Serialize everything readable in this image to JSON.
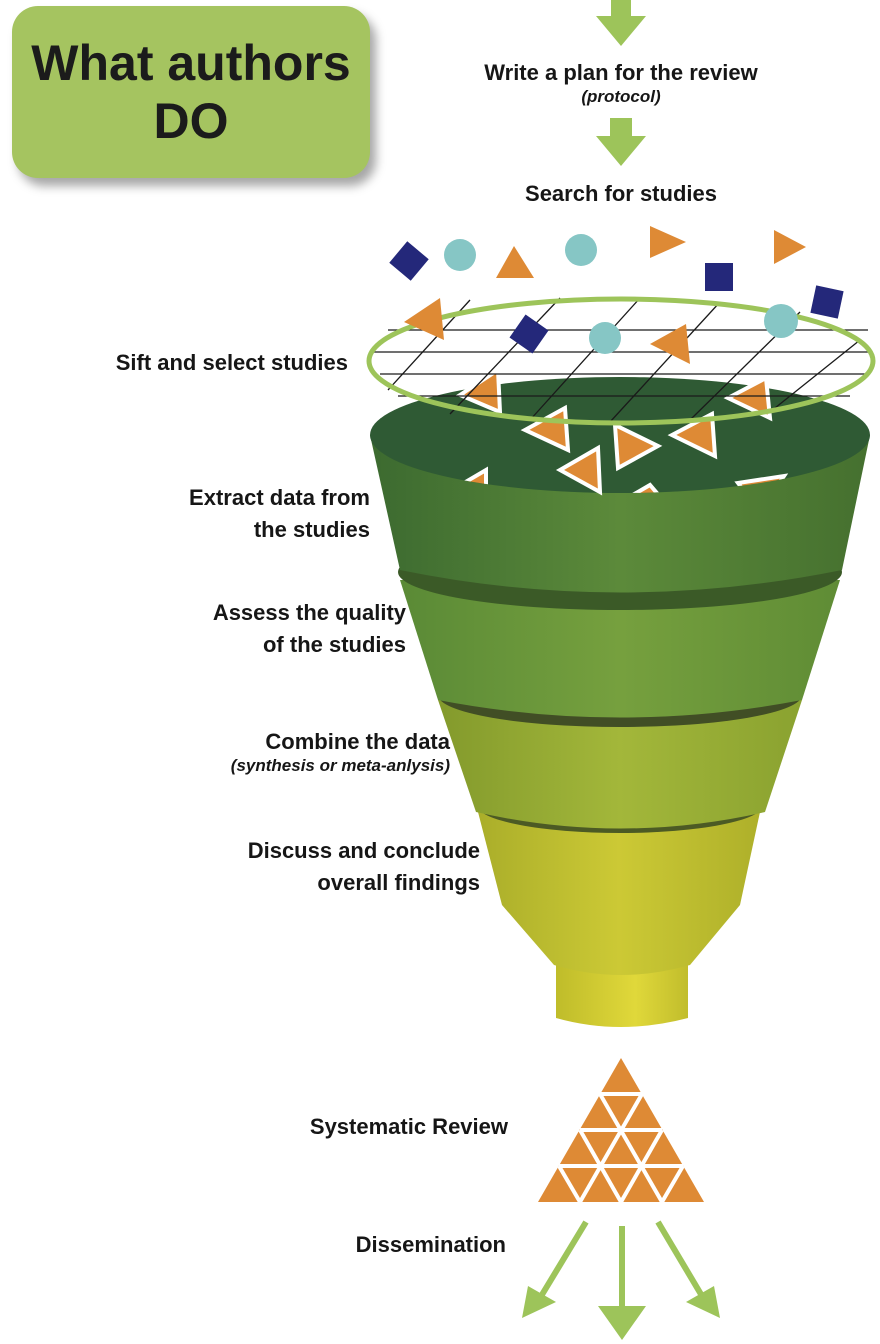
{
  "title": {
    "line1": "What authors",
    "line2": "DO"
  },
  "steps": {
    "plan": {
      "label": "Write a plan for the review",
      "sub": "(protocol)"
    },
    "search": {
      "label": "Search for studies"
    },
    "sift": {
      "label": "Sift and select studies"
    },
    "extract": {
      "line1": "Extract data from",
      "line2": "the studies"
    },
    "assess": {
      "line1": "Assess the quality",
      "line2": "of the studies"
    },
    "combine": {
      "label": "Combine the data",
      "sub": "(synthesis or meta-anlysis)"
    },
    "discuss": {
      "line1": "Discuss and conclude",
      "line2": "overall findings"
    },
    "review": {
      "label": "Systematic Review"
    },
    "dissemination": {
      "label": "Dissemination"
    }
  },
  "colors": {
    "arrow_green": "#9dc45a",
    "title_box": "#a5c460",
    "orange": "#de8a35",
    "navy": "#24287a",
    "teal": "#86c6c5",
    "funnel_dark": "#2f5a34",
    "funnel_yellow": "#d4d034"
  }
}
